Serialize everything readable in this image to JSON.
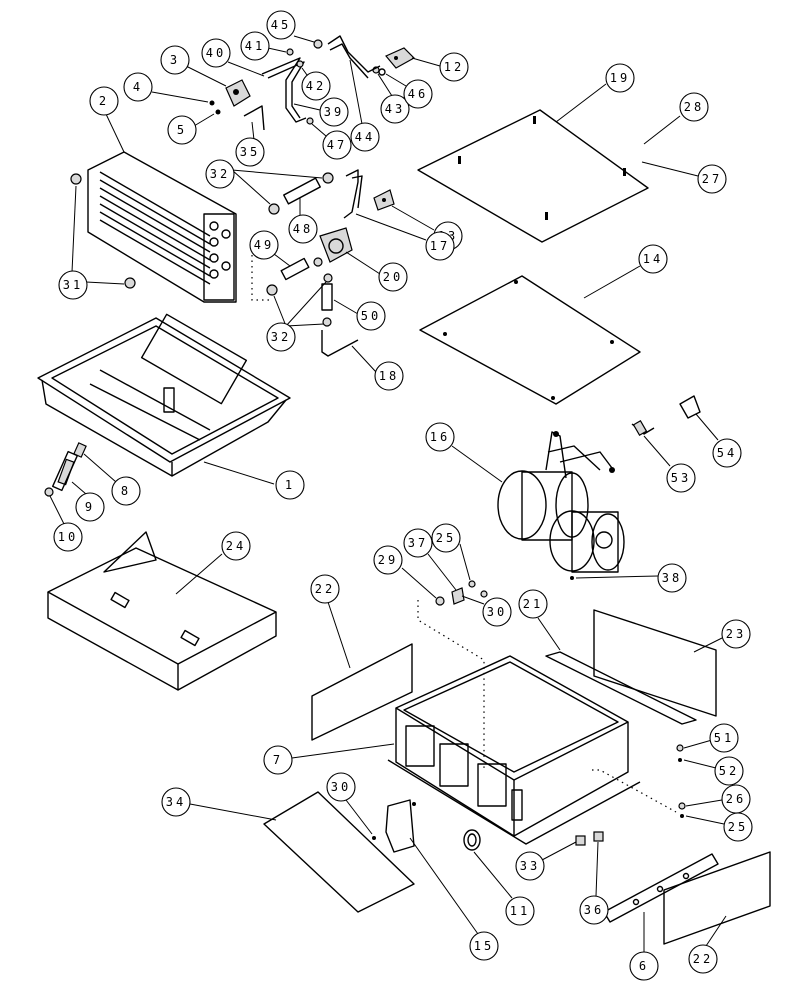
{
  "labels": {
    "c1": "1",
    "c2": "2",
    "c3": "3",
    "c4": "4",
    "c5": "5",
    "c6": "6",
    "c7": "7",
    "c8": "8",
    "c9": "9",
    "c10": "10",
    "c11": "11",
    "c12": "12",
    "c13": "13",
    "c14": "14",
    "c15": "15",
    "c16": "16",
    "c17": "17",
    "c18": "18",
    "c19": "19",
    "c20": "20",
    "c21": "21",
    "c22a": "22",
    "c22b": "22",
    "c23": "23",
    "c24": "24",
    "c25a": "25",
    "c25b": "25",
    "c26": "26",
    "c27": "27",
    "c28": "28",
    "c29": "29",
    "c30a": "30",
    "c30b": "30",
    "c31": "31",
    "c32a": "32",
    "c32b": "32",
    "c33": "33",
    "c34": "34",
    "c35": "35",
    "c36": "36",
    "c37": "37",
    "c38": "38",
    "c39": "39",
    "c40": "40",
    "c41": "41",
    "c42": "42",
    "c43": "43",
    "c44": "44",
    "c45": "45",
    "c46": "46",
    "c47": "47",
    "c48": "48",
    "c49": "49",
    "c50": "50",
    "c51": "51",
    "c52": "52",
    "c53": "53",
    "c54": "54"
  }
}
